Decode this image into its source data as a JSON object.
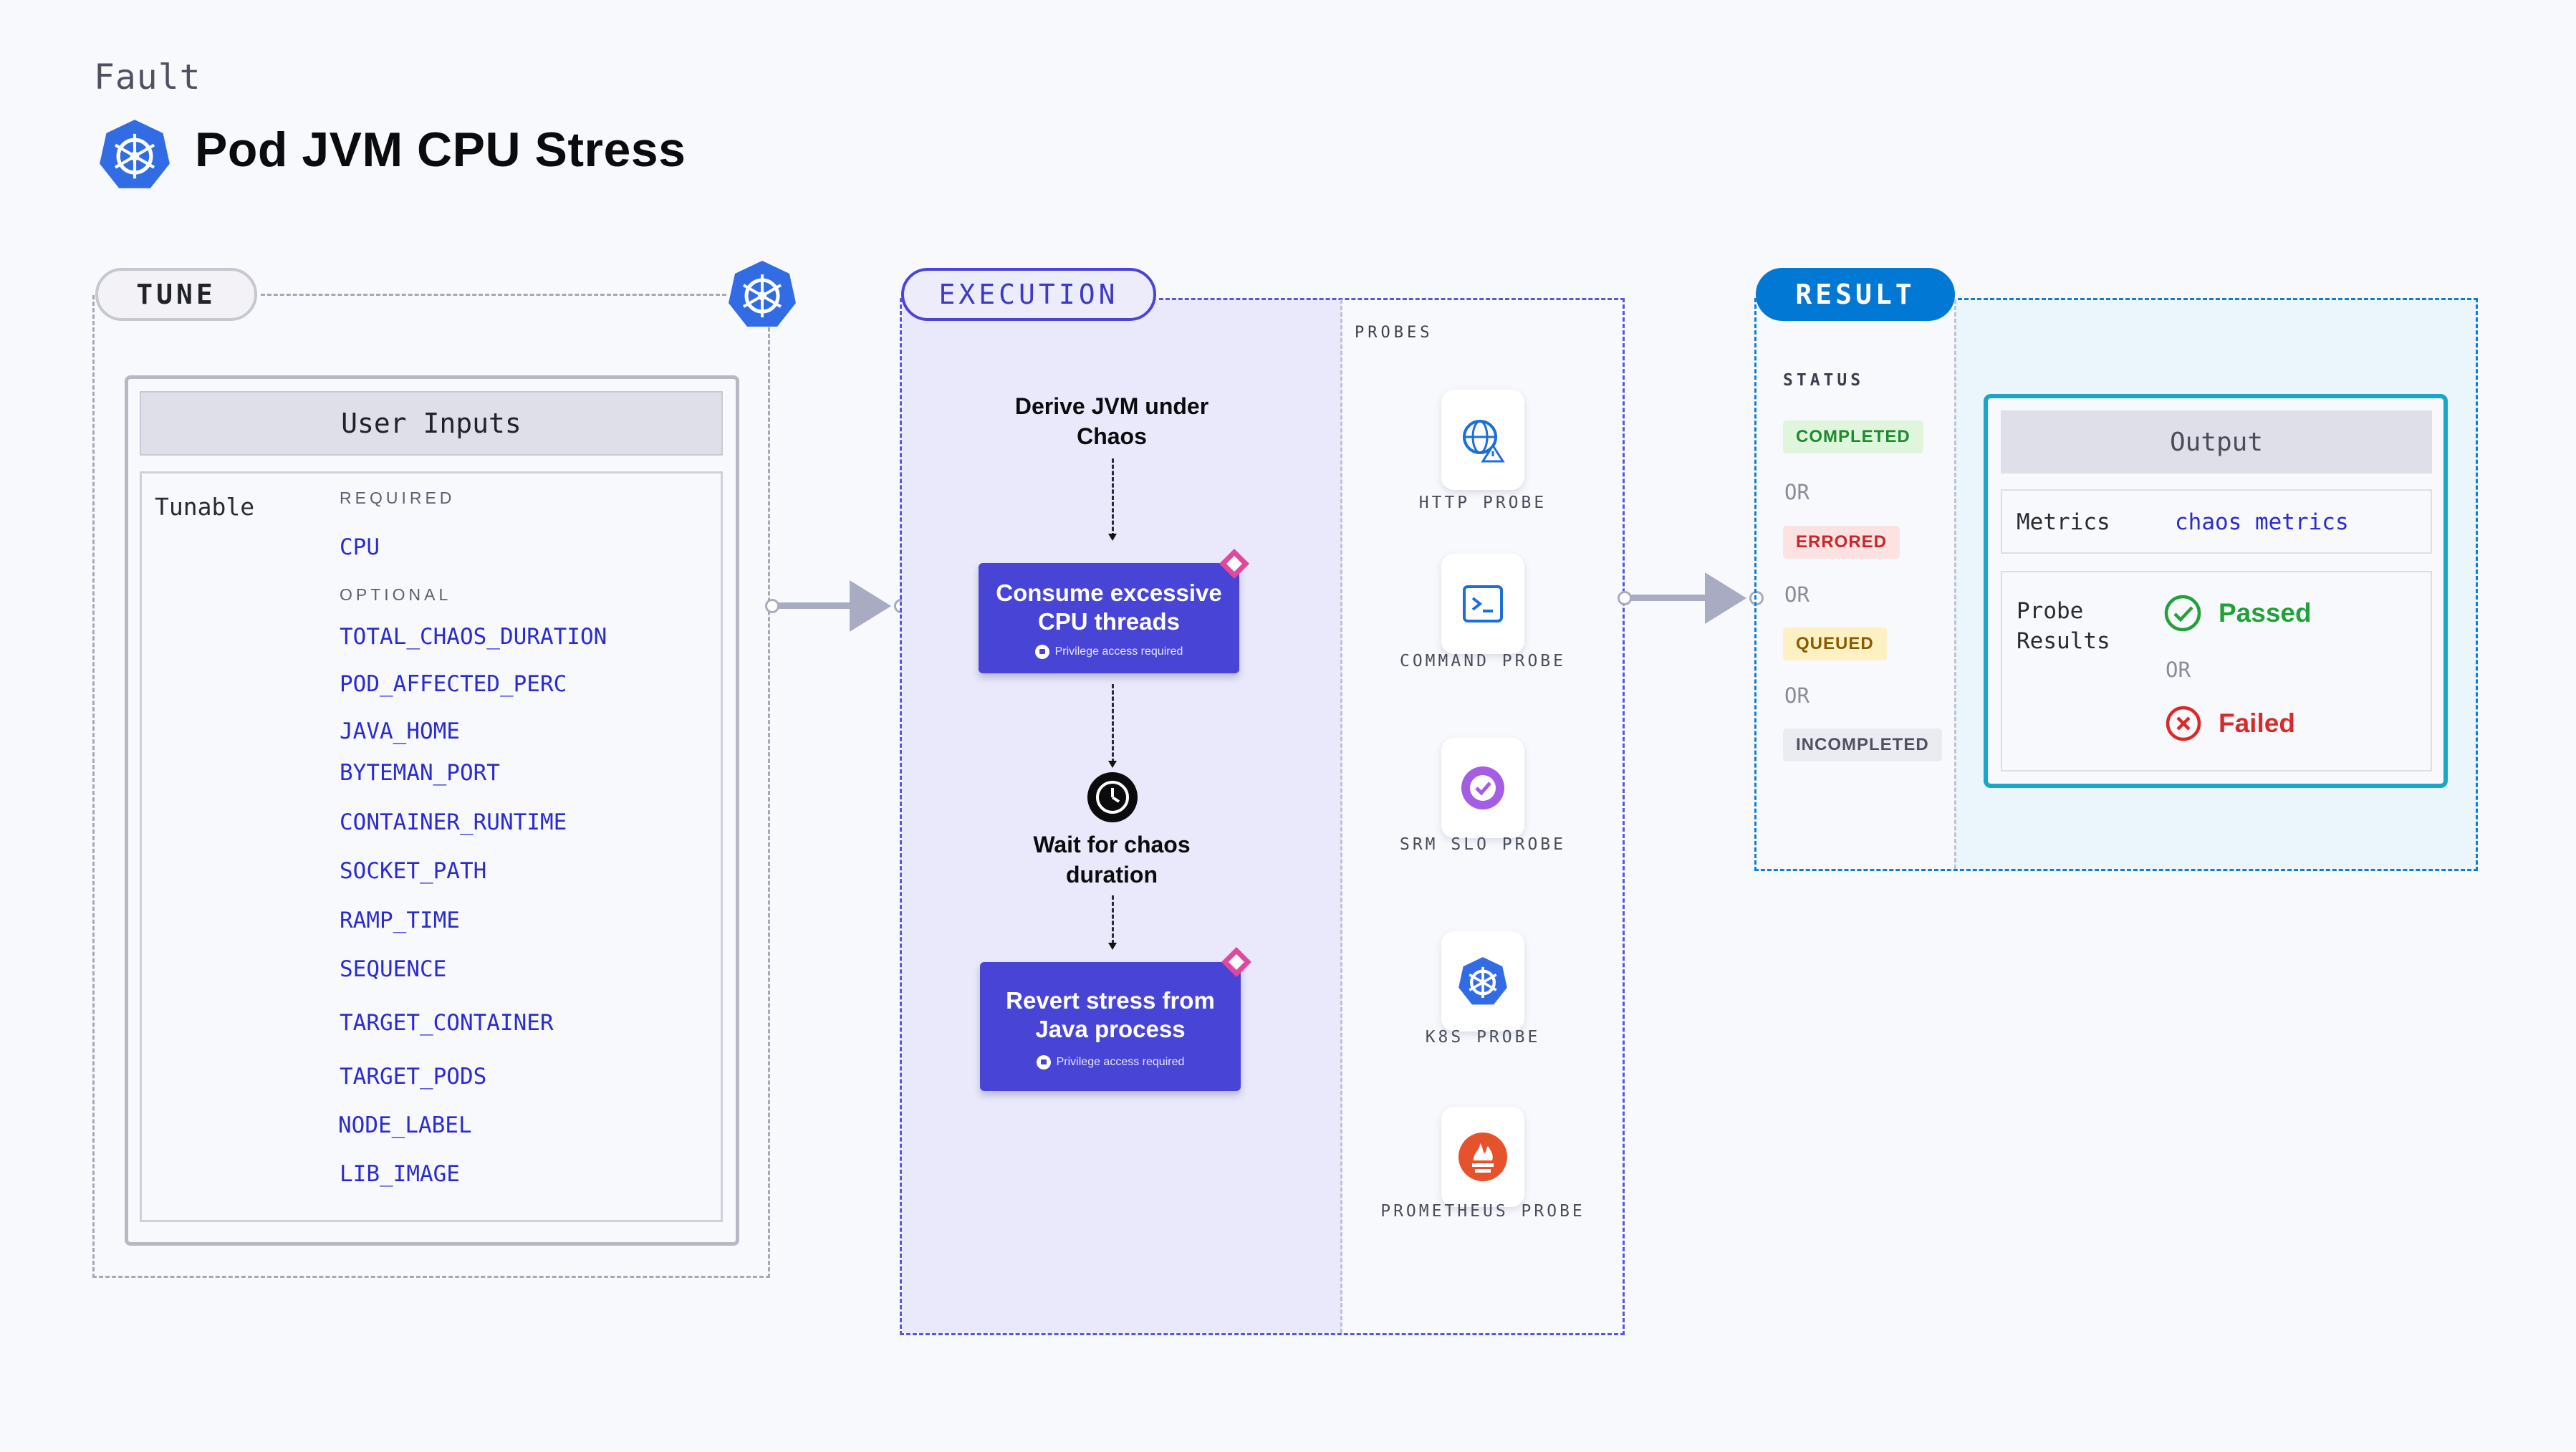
{
  "header": {
    "eyebrow": "Fault",
    "title": "Pod JVM CPU Stress",
    "logo_icon": "kubernetes-icon"
  },
  "sections": {
    "tune": "TUNE",
    "execution": "EXECUTION",
    "result": "RESULT"
  },
  "tune": {
    "card_title": "User Inputs",
    "tunable_label": "Tunable",
    "required_label": "REQUIRED",
    "required": [
      "CPU"
    ],
    "optional_label": "OPTIONAL",
    "optional": [
      "TOTAL_CHAOS_DURATION",
      "POD_AFFECTED_PERC",
      "JAVA_HOME",
      "BYTEMAN_PORT",
      "CONTAINER_RUNTIME",
      "SOCKET_PATH",
      "RAMP_TIME",
      "SEQUENCE",
      "TARGET_CONTAINER",
      "TARGET_PODS",
      "NODE_LABEL",
      "LIB_IMAGE"
    ]
  },
  "execution": {
    "step1": "Derive JVM under Chaos",
    "card1": "Consume excessive CPU threads",
    "card1_note": "Privilege access required",
    "step2": "Wait for chaos duration",
    "card2": "Revert stress from Java process",
    "card2_note": "Privilege access required"
  },
  "probes": {
    "label": "PROBES",
    "items": [
      {
        "name": "HTTP PROBE",
        "icon": "globe-icon"
      },
      {
        "name": "COMMAND PROBE",
        "icon": "terminal-icon"
      },
      {
        "name": "SRM SLO PROBE",
        "icon": "slo-icon"
      },
      {
        "name": "K8S PROBE",
        "icon": "kubernetes-icon"
      },
      {
        "name": "PROMETHEUS PROBE",
        "icon": "prometheus-icon"
      }
    ]
  },
  "result": {
    "status_label": "STATUS",
    "statuses": [
      {
        "label": "COMPLETED",
        "color": "#1e8a2e",
        "bg": "#dff6dd"
      },
      {
        "label": "ERRORED",
        "color": "#c6262c",
        "bg": "#fde2e2"
      },
      {
        "label": "QUEUED",
        "color": "#8a5a00",
        "bg": "#fdf1c4"
      },
      {
        "label": "INCOMPLETED",
        "color": "#4f5162",
        "bg": "#ebecf2"
      }
    ],
    "or": "OR",
    "output_title": "Output",
    "metrics_label": "Metrics",
    "metrics_value": "chaos metrics",
    "probe_results_label": "Probe Results",
    "passed": "Passed",
    "failed": "Failed",
    "passed_color": "#22a03a",
    "failed_color": "#d62b2b"
  }
}
